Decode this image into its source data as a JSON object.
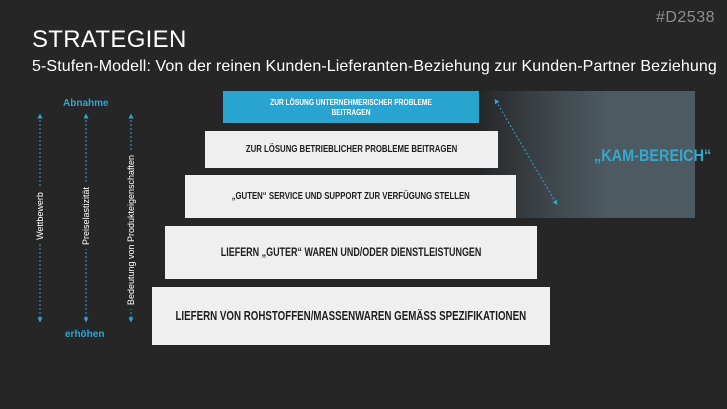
{
  "slide_id": "#D2538",
  "title": "STRATEGIEN",
  "subtitle": "5-Stufen-Modell: Von der reinen Kunden-Lieferanten-Beziehung zur Kunden-Partner Beziehung",
  "axis": {
    "top_label": "Abnahme",
    "bottom_label": "erhöhen",
    "measures": [
      "Wettbewerb",
      "Preiselastizität",
      "Bedeutung von Produkteigenschaften"
    ]
  },
  "steps": [
    "ZUR LÖSUNG UNTERNEHMERISCHER PROBLEME BEITRAGEN",
    "ZUR LÖSUNG BETRIEBLICHER PROBLEME BEITRAGEN",
    "„GUTEN“ SERVICE UND SUPPORT ZUR VERFÜGUNG STELLEN",
    "LIEFERN „GUTER“ WAREN UND/ODER DIENSTLEISTUNGEN",
    "LIEFERN VON ROHSTOFFEN/MASSENWAREN GEMÄSS SPEZIFIKATIONEN"
  ],
  "kam_label": "„KAM-BEREICH“",
  "colors": {
    "background": "#262626",
    "accent": "#29a3cf",
    "step_fill": "#efefef",
    "kam_region": "#4c5a61"
  }
}
